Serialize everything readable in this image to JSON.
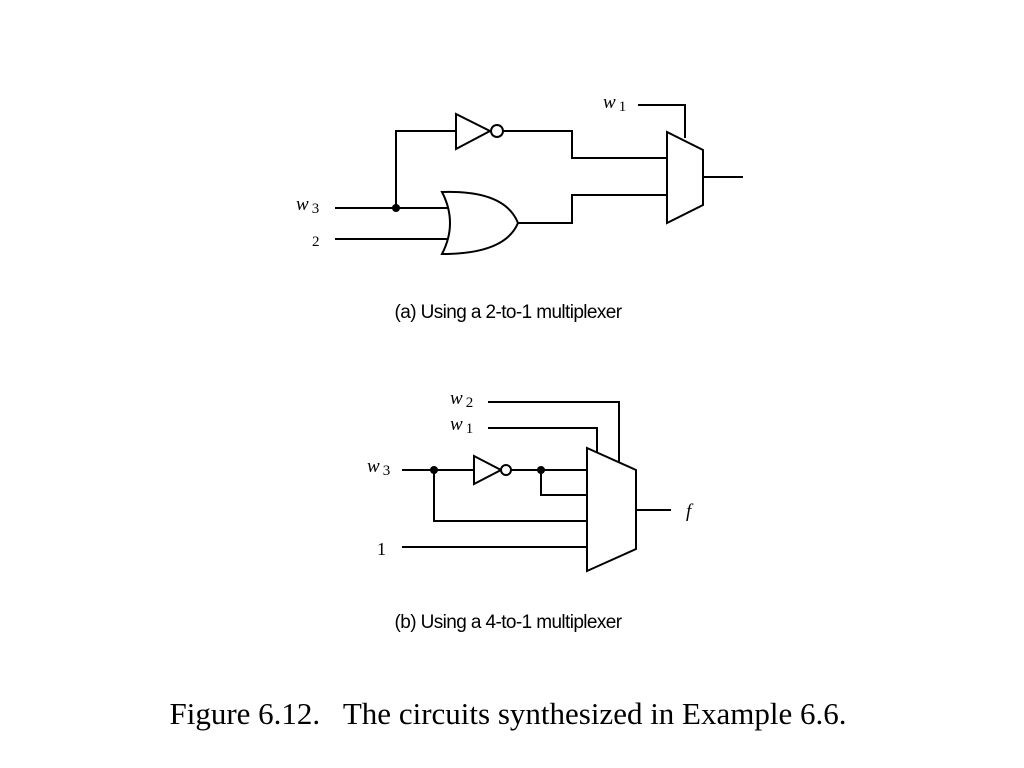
{
  "circuit_a": {
    "caption": "(a) Using a 2-to-1 multiplexer",
    "labels": {
      "w1": {
        "letter": "w",
        "sub": "1"
      },
      "w3": {
        "letter": "w",
        "sub": "3"
      },
      "w2": {
        "letter": "",
        "sub": "2"
      }
    }
  },
  "circuit_b": {
    "caption": "(b) Using a 4-to-1 multiplexer",
    "labels": {
      "w2": {
        "letter": "w",
        "sub": "2"
      },
      "w1": {
        "letter": "w",
        "sub": "1"
      },
      "w3": {
        "letter": "w",
        "sub": "3"
      },
      "const_one": "1",
      "output": "f"
    }
  },
  "figure_caption": "Figure 6.12.   The circuits synthesized in Example 6.6."
}
